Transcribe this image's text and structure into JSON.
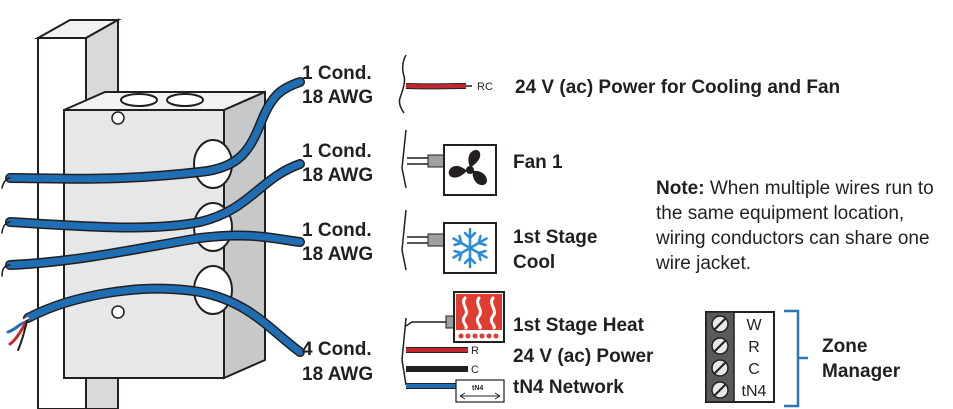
{
  "groups": [
    {
      "cond": "1 Cond.",
      "awg": "18 AWG"
    },
    {
      "cond": "1 Cond.",
      "awg": "18 AWG"
    },
    {
      "cond": "1 Cond.",
      "awg": "18 AWG"
    },
    {
      "cond": "4 Cond.",
      "awg": "18 AWG"
    }
  ],
  "terminals": {
    "rc": "RC",
    "r": "R",
    "c": "C",
    "tn4": "tN4"
  },
  "labels": {
    "power_cooling_fan": "24 V (ac) Power for Cooling and Fan",
    "fan1": "Fan 1",
    "stage_cool_1": "1st Stage",
    "stage_cool_2": "Cool",
    "stage_heat": "1st Stage Heat",
    "power_24v": "24 V (ac) Power",
    "tn4_network": "tN4 Network"
  },
  "note": {
    "bold": "Note:",
    "text": "When multiple wires run to the same equipment location, wiring conductors can share one wire jacket."
  },
  "zone_manager": {
    "terminals": [
      "W",
      "R",
      "C",
      "tN4"
    ],
    "title_1": "Zone",
    "title_2": "Manager"
  },
  "colors": {
    "wire_blue": "#1f6db3",
    "wire_red": "#c1272d",
    "box_grey": "#e6e7e8",
    "heat_red": "#e03c31",
    "snow_blue": "#2b8cd6",
    "bracket_blue": "#2e75b6"
  }
}
